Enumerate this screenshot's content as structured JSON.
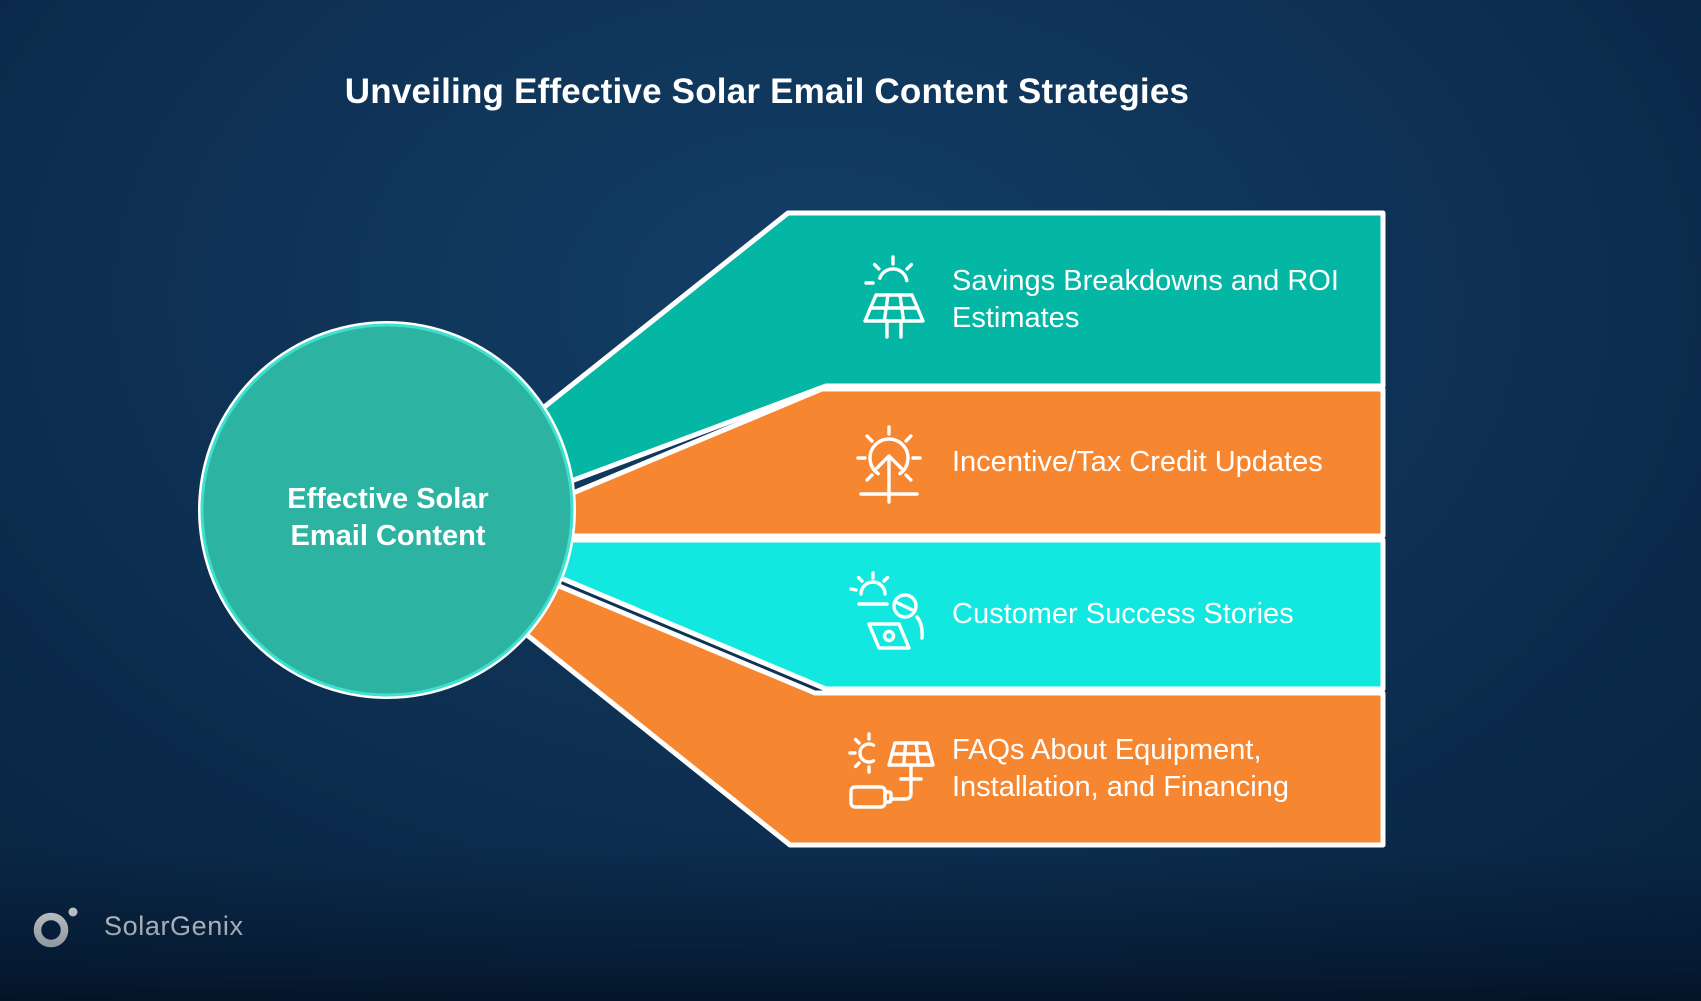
{
  "title": "Unveiling Effective Solar Email Content Strategies",
  "center_circle": {
    "line1": "Effective Solar",
    "line2": "Email Content",
    "fill": "#2db3a2",
    "stroke": "#3fe0cf"
  },
  "bands": [
    {
      "label": "Savings Breakdowns and ROI Estimates",
      "color": "#04b7a5",
      "icon": "solar-panel-sun-icon"
    },
    {
      "label": "Incentive/Tax Credit Updates",
      "color": "#f6862f",
      "icon": "sunrise-arrow-icon"
    },
    {
      "label": "Customer Success Stories",
      "color": "#13e8e0",
      "icon": "customer-success-icon"
    },
    {
      "label": "FAQs About Equipment, Installation, and Financing",
      "color": "#f6862f",
      "icon": "equipment-financing-icon"
    }
  ],
  "logo": {
    "name": "SolarGenix"
  },
  "colors": {
    "background": "#0d2f51",
    "outline": "#ffffff",
    "text": "#ffffff"
  }
}
